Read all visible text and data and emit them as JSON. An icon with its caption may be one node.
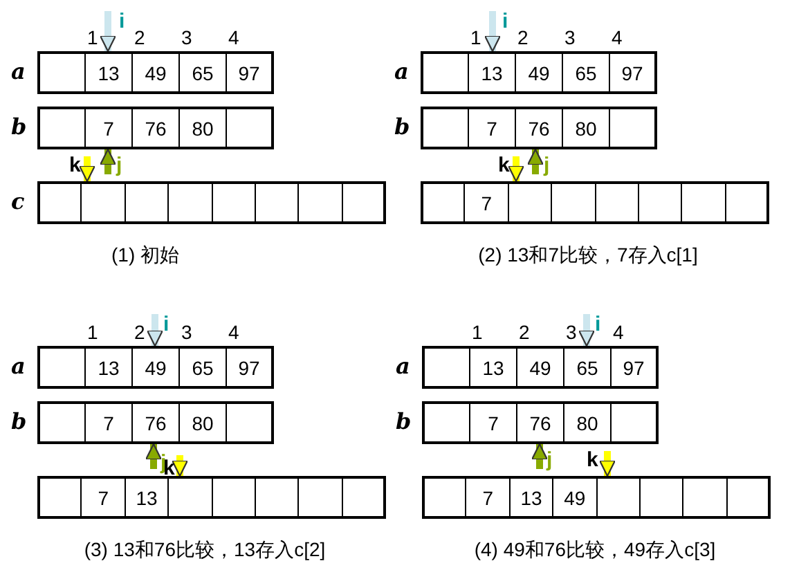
{
  "diagram": {
    "nodes": [
      {
        "text": [
          "i"
        ]
      },
      {
        "text": [
          "13"
        ]
      },
      {
        "text": [
          "7"
        ]
      },
      {
        "text": [
          "j"
        ]
      },
      {
        "text": [
          "k"
        ]
      },
      {
        "text": [],
        "shape": "box"
      },
      {
        "text": [
          "i"
        ]
      },
      {
        "text": [
          "13"
        ]
      },
      {
        "text": [
          "76"
        ]
      },
      {
        "text": [
          "j"
        ]
      },
      {
        "text": [
          "k"
        ]
      },
      {
        "text": [],
        "shape": "box"
      },
      {
        "text": [
          "i"
        ]
      },
      {
        "text": [
          "49"
        ]
      },
      {
        "text": [
          "76"
        ]
      },
      {
        "text": [
          "j"
        ]
      },
      {
        "text": [
          "k"
        ]
      },
      {
        "text": [],
        "shape": "box"
      },
      {
        "text": [
          "i"
        ]
      },
      {
        "text": [
          "65"
        ]
      },
      {
        "text": [
          "76"
        ]
      },
      {
        "text": [
          "j"
        ]
      },
      {
        "text": [
          "k"
        ]
      },
      {
        "text": [],
        "shape": "box"
      }
    ],
    "edges": [
      {
        "from": 0,
        "to": 1,
        "arrow": "to",
        "color": "#cce6ee"
      },
      {
        "from": 3,
        "to": 2,
        "arrow": "to",
        "color": "#88aa00"
      },
      {
        "from": 4,
        "to": 5,
        "arrow": "to",
        "color": "#ffff00"
      },
      {
        "from": 6,
        "to": 7,
        "arrow": "to",
        "color": "#cce6ee"
      },
      {
        "from": 9,
        "to": 8,
        "arrow": "to",
        "color": "#88aa00"
      },
      {
        "from": 10,
        "to": 11,
        "arrow": "to",
        "color": "#ffff00"
      },
      {
        "from": 12,
        "to": 13,
        "arrow": "to",
        "color": "#cce6ee"
      },
      {
        "from": 15,
        "to": 14,
        "arrow": "to",
        "color": "#88aa00"
      },
      {
        "from": 16,
        "to": 17,
        "arrow": "to",
        "color": "#ffff00"
      },
      {
        "from": 18,
        "to": 19,
        "arrow": "to",
        "color": "#cce6ee"
      },
      {
        "from": 21,
        "to": 20,
        "arrow": "to",
        "color": "#88aa00"
      },
      {
        "from": 22,
        "to": 23,
        "arrow": "to",
        "color": "#ffff00"
      }
    ],
    "labels": [
      "1",
      "2",
      "3",
      "4",
      "a",
      "49",
      "65",
      "97",
      "b",
      "76",
      "80",
      "c",
      "(1) 初始",
      "1",
      "2",
      "3",
      "4",
      "a",
      "49",
      "65",
      "97",
      "b",
      "7",
      "80",
      "7",
      "(2) 13和7比较，7存入c[1]",
      "1",
      "2",
      "3",
      "4",
      "a",
      "13",
      "65",
      "97",
      "b",
      "7",
      "80",
      "7",
      "13",
      "(3) 13和76比较，13存入c[2]",
      "1",
      "2",
      "3",
      "4",
      "a",
      "13",
      "49",
      "97",
      "b",
      "7",
      "80",
      "7",
      "13",
      "49",
      "(4) 49和76比较，49存入c[3]"
    ]
  }
}
